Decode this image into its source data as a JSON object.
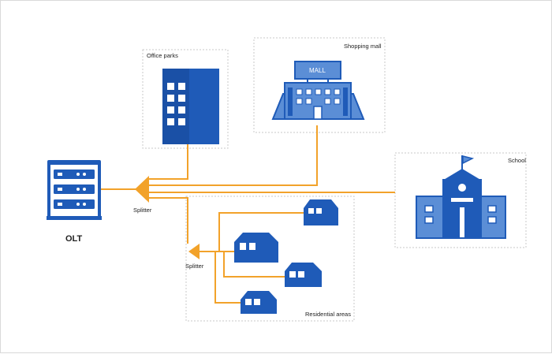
{
  "labels": {
    "office_parks": "Office parks",
    "shopping_mall": "Shopping mall",
    "school": "School",
    "residential_areas": "Residential areas",
    "olt": "OLT",
    "splitter_main": "Splitter",
    "splitter_residential": "Splitter",
    "mall_sign": "MALL"
  },
  "colors": {
    "building_blue": "#1f5bb8",
    "light_blue": "#5b8ed6",
    "fiber_orange": "#f2a22a",
    "frame_gray": "#c8c8c8"
  },
  "icons": [
    "olt-server-icon",
    "office-building-icon",
    "mall-building-icon",
    "school-building-icon",
    "house-icon",
    "splitter-icon"
  ]
}
